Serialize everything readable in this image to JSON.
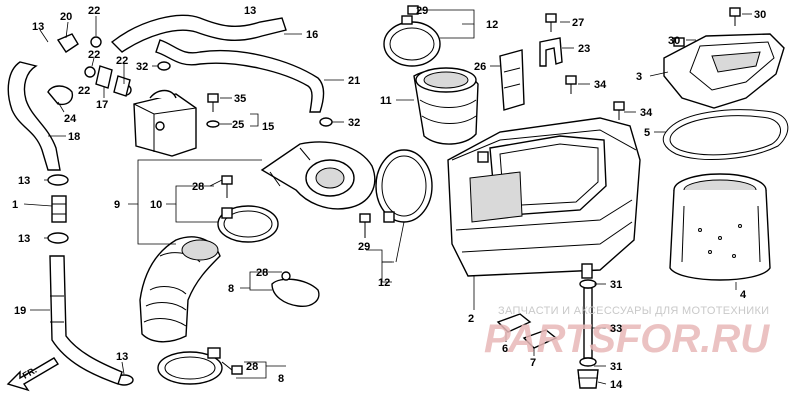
{
  "labels": {
    "p1": "1",
    "p2": "2",
    "p3": "3",
    "p4": "4",
    "p5": "5",
    "p6": "6",
    "p7": "7",
    "p8a": "8",
    "p8b": "8",
    "p9": "9",
    "p10": "10",
    "p11": "11",
    "p12a": "12",
    "p12b": "12",
    "p13a": "13",
    "p13b": "13",
    "p13c": "13",
    "p13d": "13",
    "p13e": "13",
    "p14": "14",
    "p15": "15",
    "p16": "16",
    "p17": "17",
    "p18": "18",
    "p19": "19",
    "p20": "20",
    "p21": "21",
    "p22a": "22",
    "p22b": "22",
    "p22c": "22",
    "p23": "23",
    "p24": "24",
    "p25": "25",
    "p26": "26",
    "p27": "27",
    "p28a": "28",
    "p28b": "28",
    "p28c": "28",
    "p29a": "29",
    "p29b": "29",
    "p30a": "30",
    "p30b": "30",
    "p31a": "31",
    "p31b": "31",
    "p32a": "32",
    "p32b": "32",
    "p33": "33",
    "p34a": "34",
    "p34b": "34",
    "p35": "35"
  },
  "direction_marker": "FR.",
  "watermark": {
    "caption": "ЗАПЧАСТИ И АКСЕССУАРЫ ДЛЯ МОТОТЕХНИКИ",
    "logo": "PARTSFOR.RU"
  }
}
